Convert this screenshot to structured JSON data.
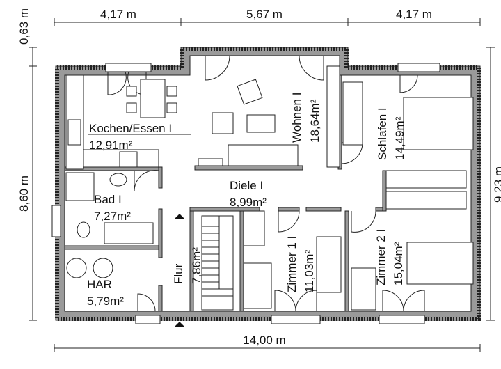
{
  "dimensions": {
    "top_left": "4,17 m",
    "top_center": "5,67 m",
    "top_right": "4,17 m",
    "bottom_total": "14,00 m",
    "left_offset": "0,63 m",
    "left_total": "8,60 m",
    "right_total": "9,23 m"
  },
  "rooms": [
    {
      "name": "Kochen/Essen I",
      "area": "12,91m²"
    },
    {
      "name": "Wohnen I",
      "area": "18,64m²"
    },
    {
      "name": "Schlafen I",
      "area": "14,49m²"
    },
    {
      "name": "Diele I",
      "area": "8,99m²"
    },
    {
      "name": "Bad I",
      "area": "7,27m²"
    },
    {
      "name": "HAR",
      "area": "5,79m²"
    },
    {
      "name": "Flur",
      "area": "7,86m²"
    },
    {
      "name": "Zimmer 1 I",
      "area": "11,03m²"
    },
    {
      "name": "Zimmer 2 I",
      "area": "15,04m²"
    }
  ]
}
